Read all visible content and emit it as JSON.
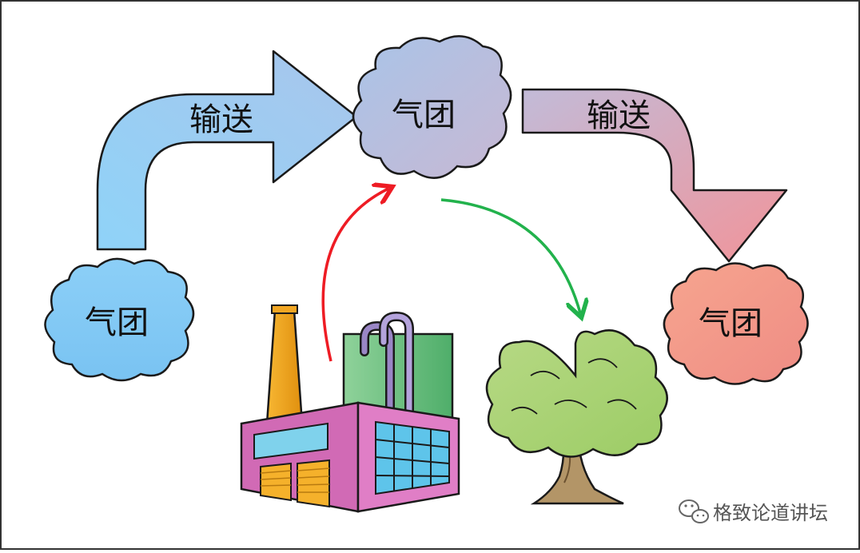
{
  "diagram": {
    "source_air_mass": "气团",
    "central_air_mass": "气团",
    "destination_air_mass": "气团",
    "transport_in": "输送",
    "transport_out": "输送"
  },
  "watermark": {
    "text": "格致论道讲坛",
    "icon": "wechat-icon"
  },
  "colors": {
    "source_cloud": "#8fd0f7",
    "central_cloud": "#b3bad9",
    "destination_cloud": "#f29a8c",
    "emission_arrow": "#ee1c24",
    "deposition_arrow": "#22b24c"
  }
}
